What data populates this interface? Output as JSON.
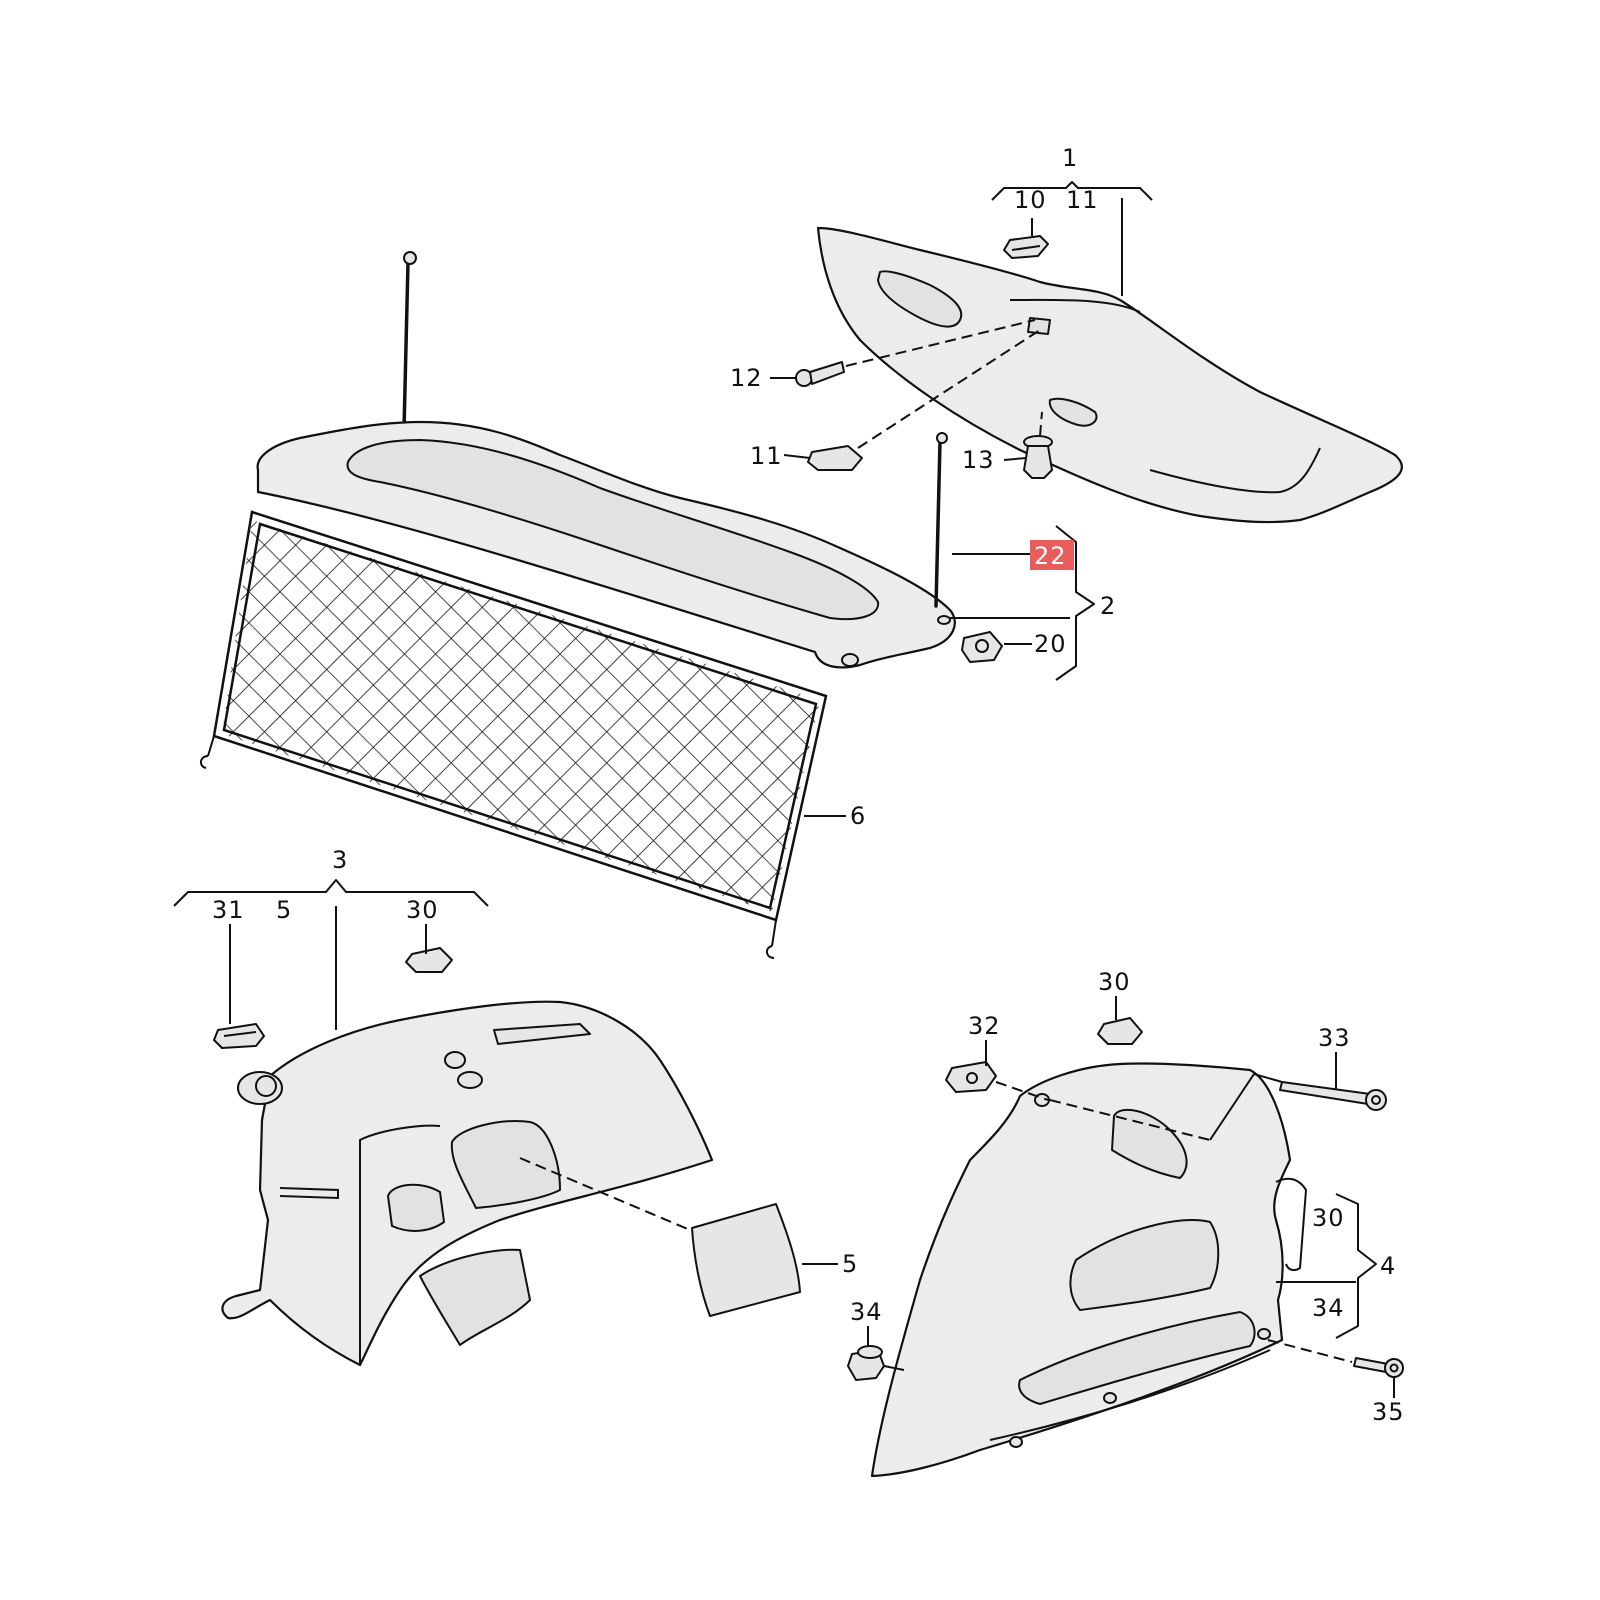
{
  "diagram": {
    "labels": {
      "l1": "1",
      "l10": "10",
      "l11_top": "11",
      "l12": "12",
      "l11": "11",
      "l13": "13",
      "l22": "22",
      "l2": "2",
      "l20": "20",
      "l6": "6",
      "l3": "3",
      "l31": "31",
      "l5_top": "5",
      "l30_left": "30",
      "l5": "5",
      "l30_right": "30",
      "l32": "32",
      "l33": "33",
      "l30_side": "30",
      "l4": "4",
      "l34_side": "34",
      "l34": "34",
      "l35": "35"
    },
    "highlight_color": "#e85c5c"
  }
}
